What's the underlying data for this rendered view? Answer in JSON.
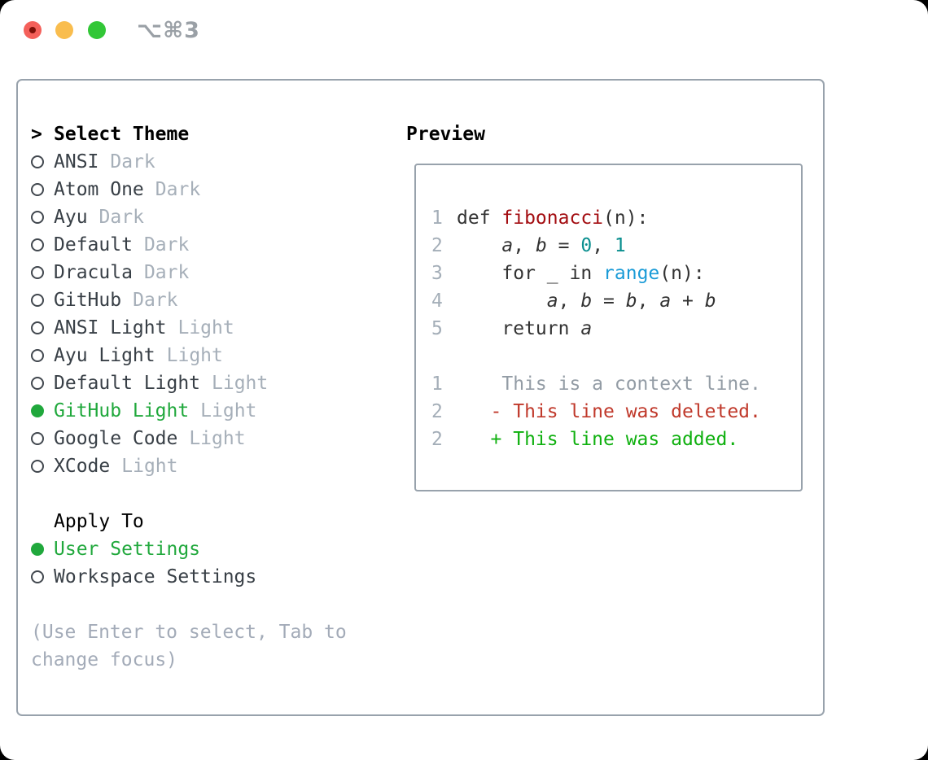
{
  "titlebar": {
    "shortcut": "⌥⌘3",
    "buttons": [
      "close",
      "minimize",
      "zoom"
    ]
  },
  "theme_picker": {
    "prompt": ">",
    "title": "Select Theme",
    "themes": [
      {
        "name": "ANSI",
        "tag": "Dark",
        "selected": false
      },
      {
        "name": "Atom One",
        "tag": "Dark",
        "selected": false
      },
      {
        "name": "Ayu",
        "tag": "Dark",
        "selected": false
      },
      {
        "name": "Default",
        "tag": "Dark",
        "selected": false
      },
      {
        "name": "Dracula",
        "tag": "Dark",
        "selected": false
      },
      {
        "name": "GitHub",
        "tag": "Dark",
        "selected": false
      },
      {
        "name": "ANSI Light",
        "tag": "Light",
        "selected": false
      },
      {
        "name": "Ayu Light",
        "tag": "Light",
        "selected": false
      },
      {
        "name": "Default Light",
        "tag": "Light",
        "selected": false
      },
      {
        "name": "GitHub Light",
        "tag": "Light",
        "selected": true
      },
      {
        "name": "Google Code",
        "tag": "Light",
        "selected": false
      },
      {
        "name": "XCode",
        "tag": "Light",
        "selected": false
      }
    ],
    "apply_to": {
      "title": "Apply To",
      "options": [
        {
          "name": "User Settings",
          "selected": true
        },
        {
          "name": "Workspace Settings",
          "selected": false
        }
      ]
    },
    "hint_lines": [
      "(Use Enter to select, Tab to",
      "change focus)"
    ]
  },
  "preview": {
    "title": "Preview",
    "code_lines": [
      {
        "num": "1",
        "tokens": [
          {
            "text": "def ",
            "type": "keyword"
          },
          {
            "text": "fibonacci",
            "type": "title"
          },
          {
            "text": "(n):",
            "type": "plain"
          }
        ]
      },
      {
        "num": "2",
        "tokens": [
          {
            "text": "    ",
            "type": "plain"
          },
          {
            "text": "a",
            "type": "variable"
          },
          {
            "text": ", ",
            "type": "plain"
          },
          {
            "text": "b",
            "type": "variable"
          },
          {
            "text": " = ",
            "type": "plain"
          },
          {
            "text": "0",
            "type": "number"
          },
          {
            "text": ", ",
            "type": "plain"
          },
          {
            "text": "1",
            "type": "number"
          }
        ]
      },
      {
        "num": "3",
        "tokens": [
          {
            "text": "    ",
            "type": "plain"
          },
          {
            "text": "for",
            "type": "keyword"
          },
          {
            "text": " _ ",
            "type": "plain"
          },
          {
            "text": "in",
            "type": "keyword"
          },
          {
            "text": " ",
            "type": "plain"
          },
          {
            "text": "range",
            "type": "builtin"
          },
          {
            "text": "(n):",
            "type": "plain"
          }
        ]
      },
      {
        "num": "4",
        "tokens": [
          {
            "text": "        ",
            "type": "plain"
          },
          {
            "text": "a",
            "type": "variable"
          },
          {
            "text": ", ",
            "type": "plain"
          },
          {
            "text": "b",
            "type": "variable"
          },
          {
            "text": " = ",
            "type": "plain"
          },
          {
            "text": "b",
            "type": "variable"
          },
          {
            "text": ", ",
            "type": "plain"
          },
          {
            "text": "a",
            "type": "variable"
          },
          {
            "text": " + ",
            "type": "plain"
          },
          {
            "text": "b",
            "type": "variable"
          }
        ]
      },
      {
        "num": "5",
        "tokens": [
          {
            "text": "    ",
            "type": "plain"
          },
          {
            "text": "return",
            "type": "keyword"
          },
          {
            "text": " ",
            "type": "plain"
          },
          {
            "text": "a",
            "type": "variable"
          }
        ]
      }
    ],
    "diff_lines": [
      {
        "num": "1",
        "text": "    This is a context line.",
        "type": "context"
      },
      {
        "num": "2",
        "text": "   - This line was deleted.",
        "type": "deletion"
      },
      {
        "num": "2",
        "text": "   + This line was added.",
        "type": "addition"
      }
    ]
  },
  "colors": {
    "selection_green": "#20a83c",
    "name_ink": "#383f46",
    "tag_gray": "#a6afb9",
    "hint_gray": "#a3abb8",
    "panel_border": "#98a2ac",
    "code_plain": "#333333",
    "code_title_red": "#a30d11",
    "code_number_teal": "#0a8f8f",
    "code_builtin_blue": "#1a9bd7",
    "diff_context_gray": "#939ca5",
    "diff_deleted_red": "#c0392b",
    "diff_added_green": "#0fb00f",
    "traffic_red": "#f4605a",
    "traffic_yellow": "#f9bd4e",
    "traffic_green": "#32c737"
  }
}
